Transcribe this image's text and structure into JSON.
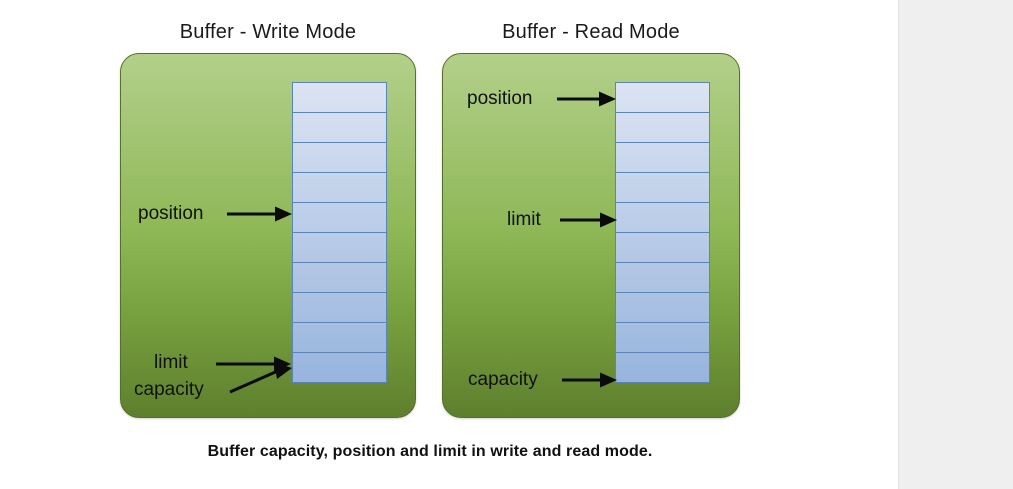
{
  "figure": {
    "caption": "Buffer capacity, position and limit in write and read mode.",
    "panels": [
      {
        "id": "write",
        "title": "Buffer - Write Mode",
        "cell_count": 10,
        "labels": [
          {
            "name": "position",
            "text": "position",
            "arrow": "straight"
          },
          {
            "name": "limit",
            "text": "limit",
            "arrow": "straight"
          },
          {
            "name": "capacity",
            "text": "capacity",
            "arrow": "diagonal"
          }
        ]
      },
      {
        "id": "read",
        "title": "Buffer - Read Mode",
        "cell_count": 10,
        "labels": [
          {
            "name": "position",
            "text": "position",
            "arrow": "straight"
          },
          {
            "name": "limit",
            "text": "limit",
            "arrow": "straight"
          },
          {
            "name": "capacity",
            "text": "capacity",
            "arrow": "straight"
          }
        ]
      }
    ]
  },
  "colors": {
    "panel_green_top": "#b3d089",
    "panel_green_bottom": "#5e7f2d",
    "panel_border": "#55702a",
    "cell_fill_top": "#dce4f2",
    "cell_fill_bottom": "#97b4dd",
    "cell_border": "#5b84b8",
    "gutter": "#efefef",
    "text": "#111111",
    "arrow": "#0b0b0b"
  }
}
